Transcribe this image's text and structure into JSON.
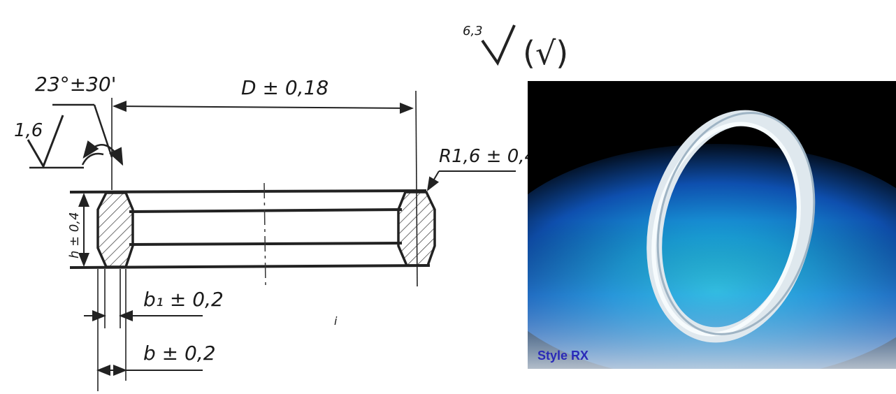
{
  "drawing": {
    "surface_finish_top": "6,3",
    "surface_finish_bracket": "(√)",
    "angle_label": "23°±30'",
    "roughness_left": "1,6",
    "diameter_label": "D ± 0,18",
    "radius_label": "R1,6 ± 0,4",
    "height_label": "h ± 0,4",
    "b1_label": "b₁ ± 0,2",
    "b_label": "b ± 0,2",
    "center_mark": "i"
  },
  "photo": {
    "caption": "Style RX",
    "ring_color": "#e8eef2",
    "glow_color": "#1ec8e6"
  }
}
